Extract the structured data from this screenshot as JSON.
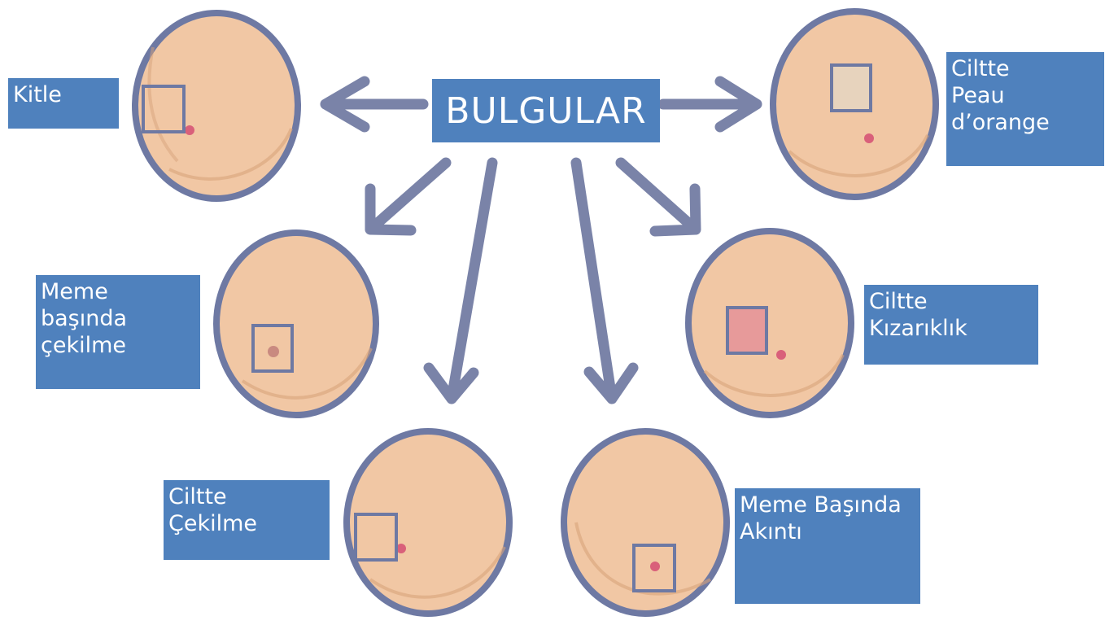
{
  "title": "BULGULAR",
  "colors": {
    "label_bg": "#4f81bd",
    "arrow": "#7a83a8",
    "ring": "#6e79a3",
    "skin": "#f1c7a4",
    "skin_shadow": "#d8a47c",
    "nipple": "#d9607a"
  },
  "findings": [
    {
      "id": "kitle",
      "lines": [
        "Kitle"
      ]
    },
    {
      "id": "peau-dorange",
      "lines": [
        "Ciltte",
        "Peau",
        "d’orange"
      ]
    },
    {
      "id": "meme-basinda-cekilme",
      "lines": [
        "Meme",
        "başında",
        "çekilme"
      ]
    },
    {
      "id": "ciltte-kizariklik",
      "lines": [
        "Ciltte",
        "Kızarıklık"
      ]
    },
    {
      "id": "ciltte-cekilme",
      "lines": [
        "Ciltte",
        "Çekilme"
      ]
    },
    {
      "id": "meme-basinda-akinti",
      "lines": [
        "Meme Başında",
        "Akıntı"
      ]
    }
  ]
}
